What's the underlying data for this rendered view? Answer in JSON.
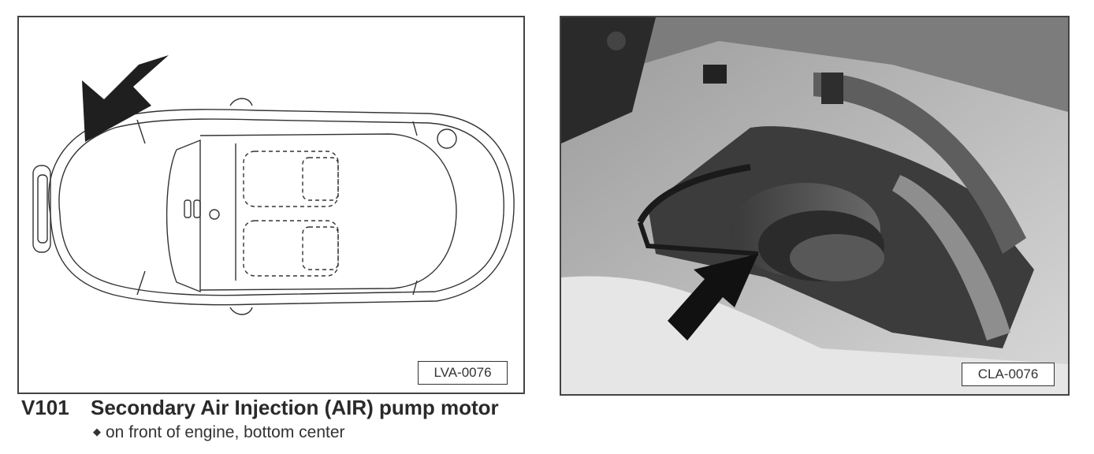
{
  "figure_left": {
    "ref_code": "LVA-0076"
  },
  "figure_right": {
    "ref_code": "CLA-0076"
  },
  "caption": {
    "code": "V101",
    "title": "Secondary Air Injection (AIR) pump motor",
    "note": "on front of engine, bottom center",
    "bullet_icon": "diamond-bullet"
  }
}
